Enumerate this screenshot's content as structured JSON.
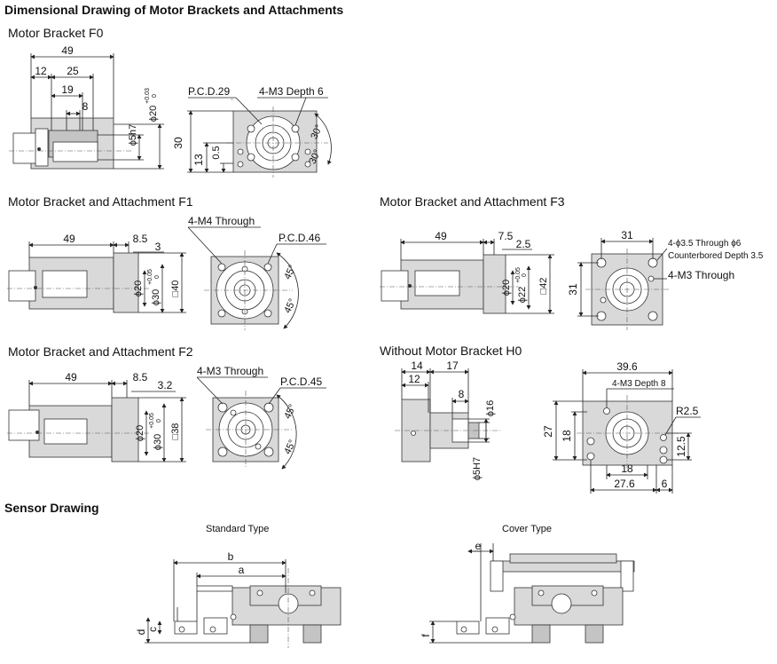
{
  "sections": {
    "dimensional_title": "Dimensional Drawing of Motor Brackets and Attachments",
    "sensor_title": "Sensor Drawing"
  },
  "f0": {
    "title": "Motor Bracket F0",
    "d49": "49",
    "d12": "12",
    "d25": "25",
    "d19": "19",
    "d8": "8",
    "d5h7": "ϕ5h7",
    "d20": "ϕ20",
    "tol20_top": "+0.03",
    "tol20_bot": "0",
    "d30": "30",
    "d13": "13",
    "d05": "0.5",
    "pcd": "P.C.D.29",
    "holes": "4-M3 Depth 6",
    "a30": "30°"
  },
  "f1": {
    "title": "Motor Bracket and Attachment F1",
    "d49": "49",
    "d85": "8.5",
    "d3": "3",
    "d20": "ϕ20",
    "d30": "ϕ30",
    "tol_top": "+0.05",
    "tol_bot": "0",
    "sq40": "□40",
    "holes": "4-M4 Through",
    "pcd": "P.C.D.46",
    "a45": "45°"
  },
  "f3": {
    "title": "Motor Bracket and Attachment F3",
    "d49": "49",
    "d75": "7.5",
    "d25": "2.5",
    "d20": "ϕ20",
    "d22": "ϕ22",
    "tol_top": "+0.05",
    "tol_bot": "0",
    "sq42": "□42",
    "d31_top": "31",
    "d31_side": "31",
    "holes1": "4-ϕ3.5 Through ϕ6",
    "holes1b": "Counterbored Depth 3.5",
    "holes2": "4-M3 Through"
  },
  "f2": {
    "title": "Motor Bracket and Attachment F2",
    "d49": "49",
    "d85": "8.5",
    "d32": "3.2",
    "d20": "ϕ20",
    "d30": "ϕ30",
    "tol_top": "+0.05",
    "tol_bot": "0",
    "sq38": "□38",
    "holes": "4-M3 Through",
    "pcd": "P.C.D.45",
    "a45": "45°"
  },
  "h0": {
    "title": "Without Motor Bracket H0",
    "d14": "14",
    "d17": "17",
    "d12": "12",
    "d8": "8",
    "d16": "ϕ16",
    "d5h7": "ϕ5H7",
    "d396": "39.6",
    "holes": "4-M3 Depth 8",
    "r25": "R2.5",
    "d27": "27",
    "d18v": "18",
    "d125": "12.5",
    "d18h": "18",
    "d276": "27.6",
    "d6": "6"
  },
  "sensor": {
    "standard_label": "Standard Type",
    "cover_label": "Cover Type",
    "b": "b",
    "a": "a",
    "c": "c",
    "d": "d",
    "e": "e",
    "f": "f"
  }
}
